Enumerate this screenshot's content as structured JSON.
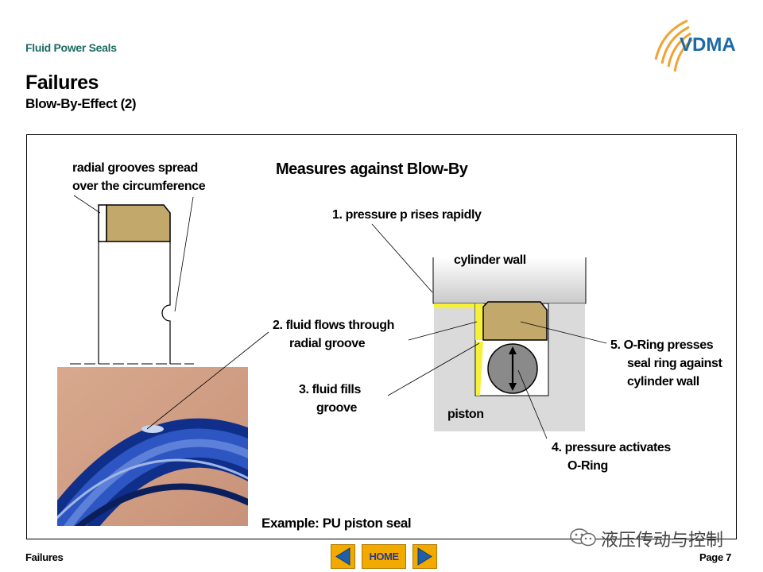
{
  "header": {
    "section": "Fluid Power Seals",
    "logo_text": "VDMA"
  },
  "title": "Failures",
  "subtitle": "Blow-By-Effect (2)",
  "figure": {
    "heading": "Measures against Blow-By",
    "left_note_line1": "radial grooves spread",
    "left_note_line2": "over the circumference",
    "step1": "1. pressure p rises rapidly",
    "cylinder_wall": "cylinder wall",
    "step2_line1": "2. fluid flows through",
    "step2_line2": "radial groove",
    "step3_line1": "3. fluid fills",
    "step3_line2": "groove",
    "piston": "piston",
    "step4_line1": "4. pressure activates",
    "step4_line2": "O-Ring",
    "step5_line1": "5. O-Ring presses",
    "step5_line2": "seal ring against",
    "step5_line3": "cylinder wall",
    "example_caption": "Example: PU piston seal"
  },
  "footer": {
    "left": "Failures",
    "home_label": "HOME",
    "page": "Page 7",
    "watermark": "液压传动与控制"
  },
  "colors": {
    "header_teal": "#1b6b63",
    "seal_tan": "#c2a86a",
    "fluid_yellow": "#f5f03a",
    "housing_gray": "#dadada",
    "oring_gray": "#8a8a8a",
    "nav_orange": "#f2a900",
    "logo_blue": "#1a6aa6",
    "logo_orange": "#f2a233"
  },
  "icons": [
    "vdma-logo",
    "previous-arrow-icon",
    "next-arrow-icon",
    "wechat-icon"
  ]
}
